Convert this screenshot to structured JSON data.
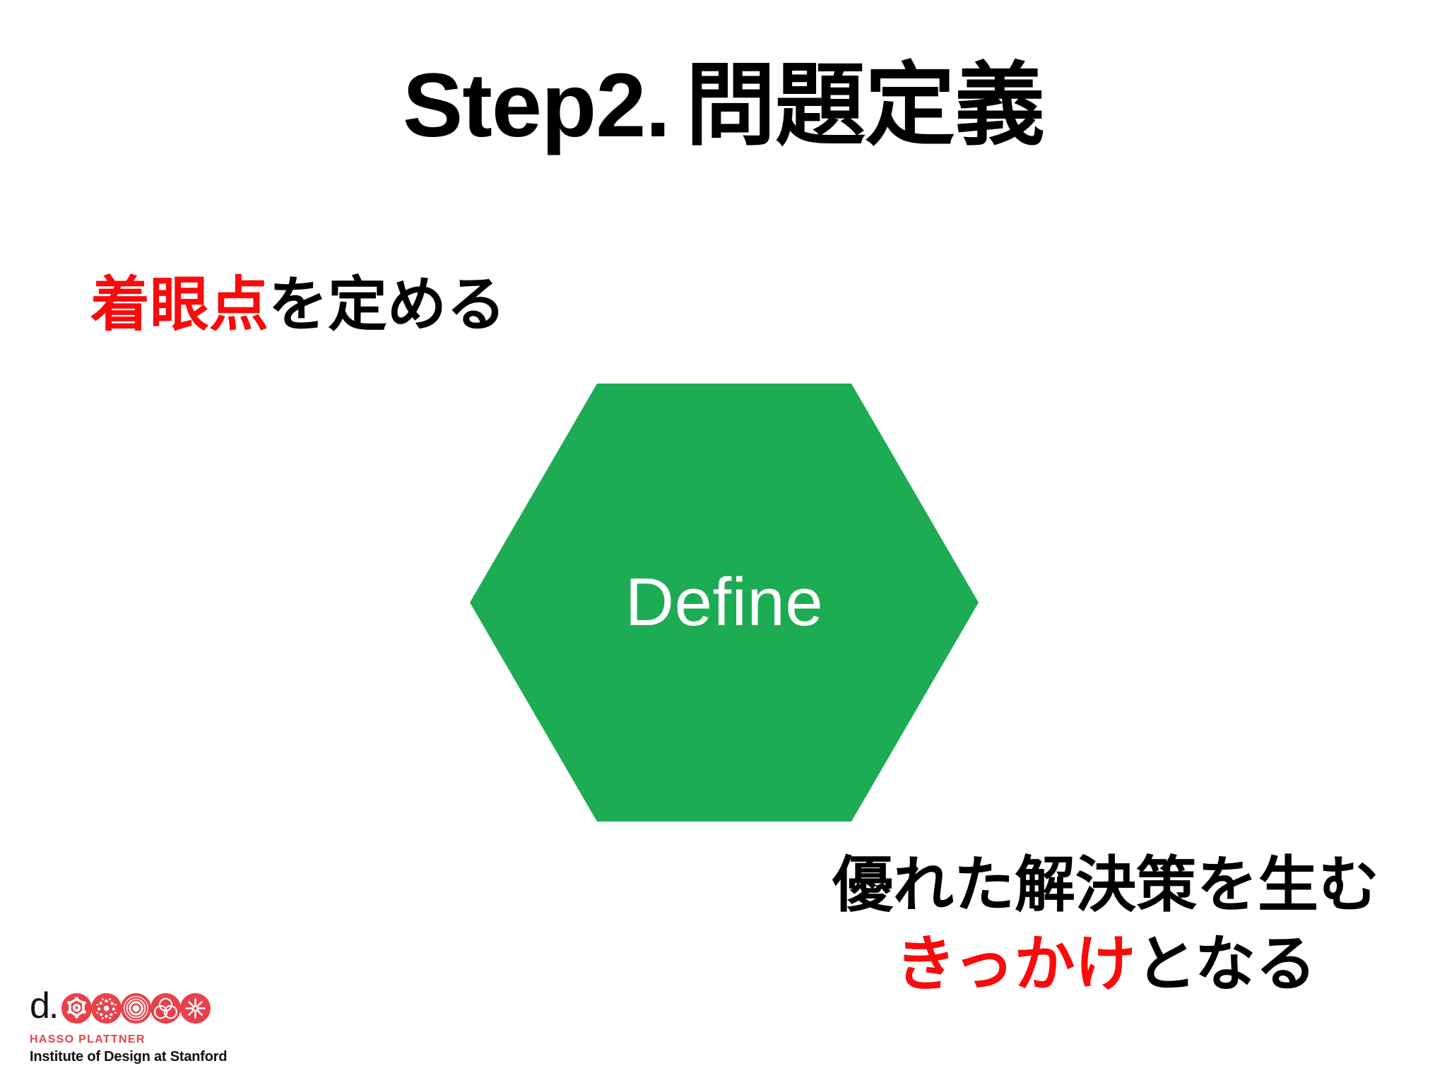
{
  "slide": {
    "background_color": "#FFFFFF",
    "title": {
      "latin": "Step2.",
      "japanese": "問題定義"
    },
    "caption_top": {
      "highlight": "着眼点",
      "rest": "を定める",
      "highlight_color": "#FA0A0A",
      "text_color": "#000000"
    },
    "shape": {
      "type": "hexagon",
      "label": "Define",
      "fill_color": "#1DAC54",
      "label_color": "#FFFFFF"
    },
    "caption_bottom": {
      "line1": "優れた解決策を生む",
      "line2_highlight": "きっかけ",
      "line2_rest": "となる",
      "highlight_color": "#FA0A0A",
      "text_color": "#000000"
    },
    "logo": {
      "wordmark": "d.",
      "org_line1": "HASSO PLATTNER",
      "org_line2": "Institute of Design at Stanford",
      "accent_color": "#E8414B",
      "icons": [
        "gear-icon",
        "dots-cluster-icon",
        "concentric-circles-icon",
        "triquetra-icon",
        "snowflake-icon"
      ]
    }
  }
}
